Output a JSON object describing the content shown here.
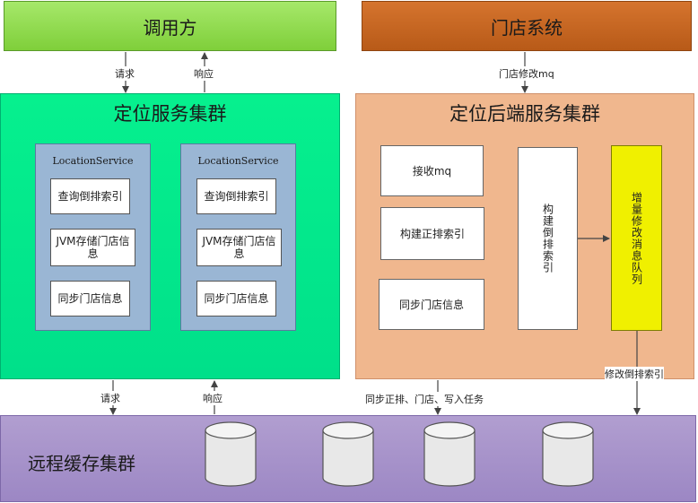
{
  "caller": {
    "title": "调用方"
  },
  "store_system": {
    "title": "门店系统"
  },
  "location_cluster": {
    "title": "定位服务集群",
    "services": [
      {
        "name": "LocationService",
        "items": [
          "查询倒排索引",
          "JVM存储门店信息",
          "同步门店信息"
        ]
      },
      {
        "name": "LocationService",
        "items": [
          "查询倒排索引",
          "JVM存储门店信息",
          "同步门店信息"
        ]
      }
    ]
  },
  "backend_cluster": {
    "title": "定位后端服务集群",
    "receive_mq": "接收mq",
    "build_forward_index": "构建正排索引",
    "sync_store_info": "同步门店信息",
    "build_inverted_index": "构建倒排索引",
    "incremental_queue": "增量修改消息队列"
  },
  "remote_cache": {
    "title": "远程缓存集群"
  },
  "labels": {
    "request_top": "请求",
    "response_top": "响应",
    "store_modify_mq": "门店修改mq",
    "request_bottom": "请求",
    "response_bottom": "响应",
    "sync_tasks": "同步正排、门店、写入任务",
    "modify_inverted_index": "修改倒排索引"
  },
  "colors": {
    "caller": "#8ed94f",
    "store_system": "#c8651f",
    "location_cluster": "#02ea8c",
    "backend_cluster": "#f0b78e",
    "service_box": "#9ab6d4",
    "queue": "#f0f000",
    "remote_cache": "#a894ca"
  }
}
